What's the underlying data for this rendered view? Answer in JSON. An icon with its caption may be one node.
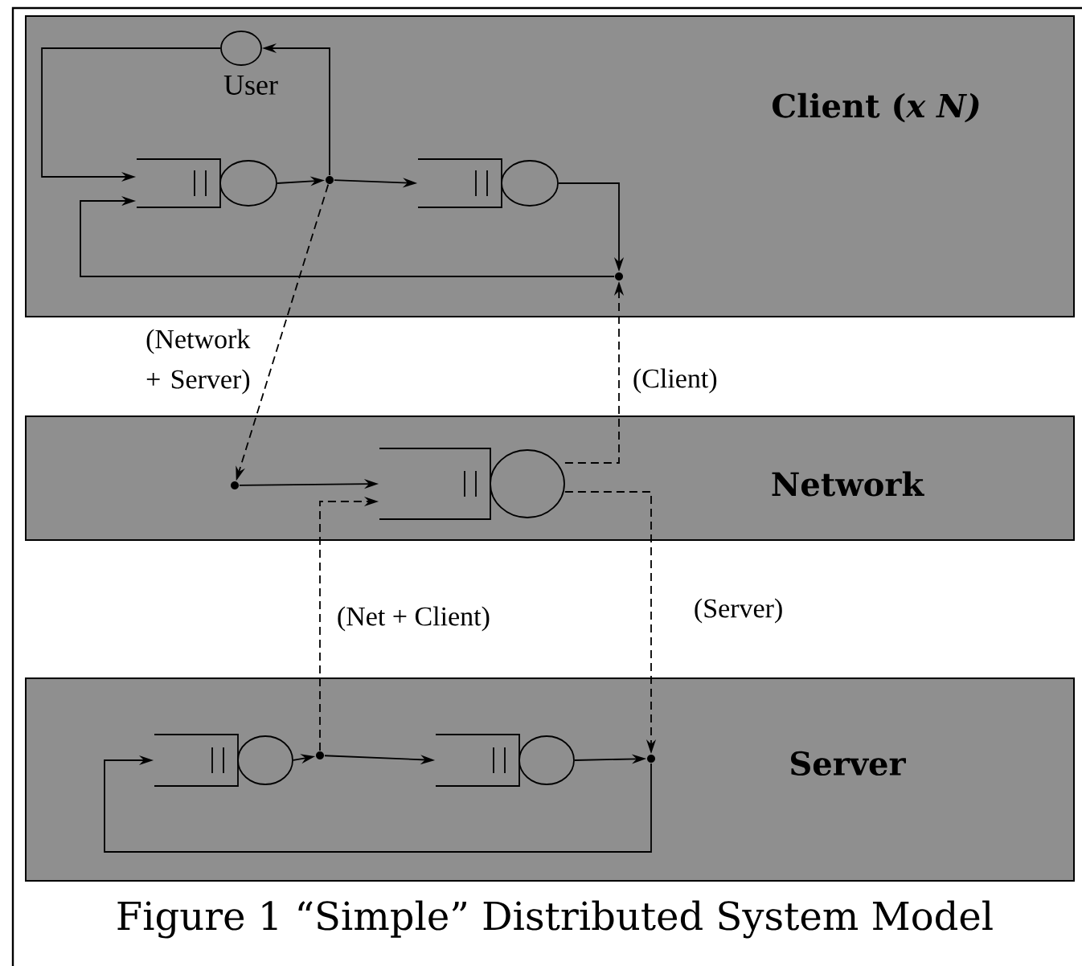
{
  "diagram": {
    "caption": "Figure 1 “Simple” Distributed System Model",
    "nodes": [
      {
        "text": [
          "Client (*x N)*"
        ]
      },
      {
        "text": [
          "Network"
        ]
      },
      {
        "text": [
          "Server"
        ]
      },
      {
        "text": [
          "User"
        ],
        "in": 0
      },
      {
        "text": [],
        "shape": "queue",
        "in": 0
      },
      {
        "text": [],
        "shape": "dot",
        "in": 0
      },
      {
        "text": [],
        "shape": "queue",
        "in": 0
      },
      {
        "text": [],
        "shape": "dot",
        "in": 0
      },
      {
        "text": [],
        "shape": "dot",
        "in": 1
      },
      {
        "text": [],
        "shape": "queue",
        "in": 1
      },
      {
        "text": [],
        "shape": "queue",
        "in": 2
      },
      {
        "text": [],
        "shape": "dot",
        "in": 2
      },
      {
        "text": [],
        "shape": "queue",
        "in": 2
      },
      {
        "text": [],
        "shape": "dot",
        "in": 2
      }
    ],
    "edges": [
      {
        "from": 3,
        "to": 4,
        "arrow": "to"
      },
      {
        "from": 4,
        "to": 5,
        "arrow": "to"
      },
      {
        "from": 5,
        "to": 3,
        "arrow": "to"
      },
      {
        "from": 5,
        "to": 6,
        "arrow": "to"
      },
      {
        "from": 6,
        "to": 7,
        "arrow": "to"
      },
      {
        "from": 7,
        "to": 4,
        "arrow": "to"
      },
      {
        "from": 5,
        "to": 8,
        "arrow": "to",
        "style": "dashed",
        "label": "(Network + Server)"
      },
      {
        "from": 9,
        "to": 7,
        "arrow": "to",
        "style": "dashed",
        "label": "(Client)"
      },
      {
        "from": 9,
        "to": 13,
        "arrow": "to",
        "style": "dashed",
        "label": "(Server)"
      },
      {
        "from": 8,
        "to": 9,
        "arrow": "to"
      },
      {
        "from": 11,
        "to": 9,
        "arrow": "to",
        "style": "dashed",
        "label": "(Net + Client)"
      },
      {
        "from": 10,
        "to": 11,
        "arrow": "to"
      },
      {
        "from": 11,
        "to": 12,
        "arrow": "to"
      },
      {
        "from": 12,
        "to": 13,
        "arrow": "to"
      },
      {
        "from": 13,
        "to": 10,
        "arrow": "to"
      }
    ]
  }
}
